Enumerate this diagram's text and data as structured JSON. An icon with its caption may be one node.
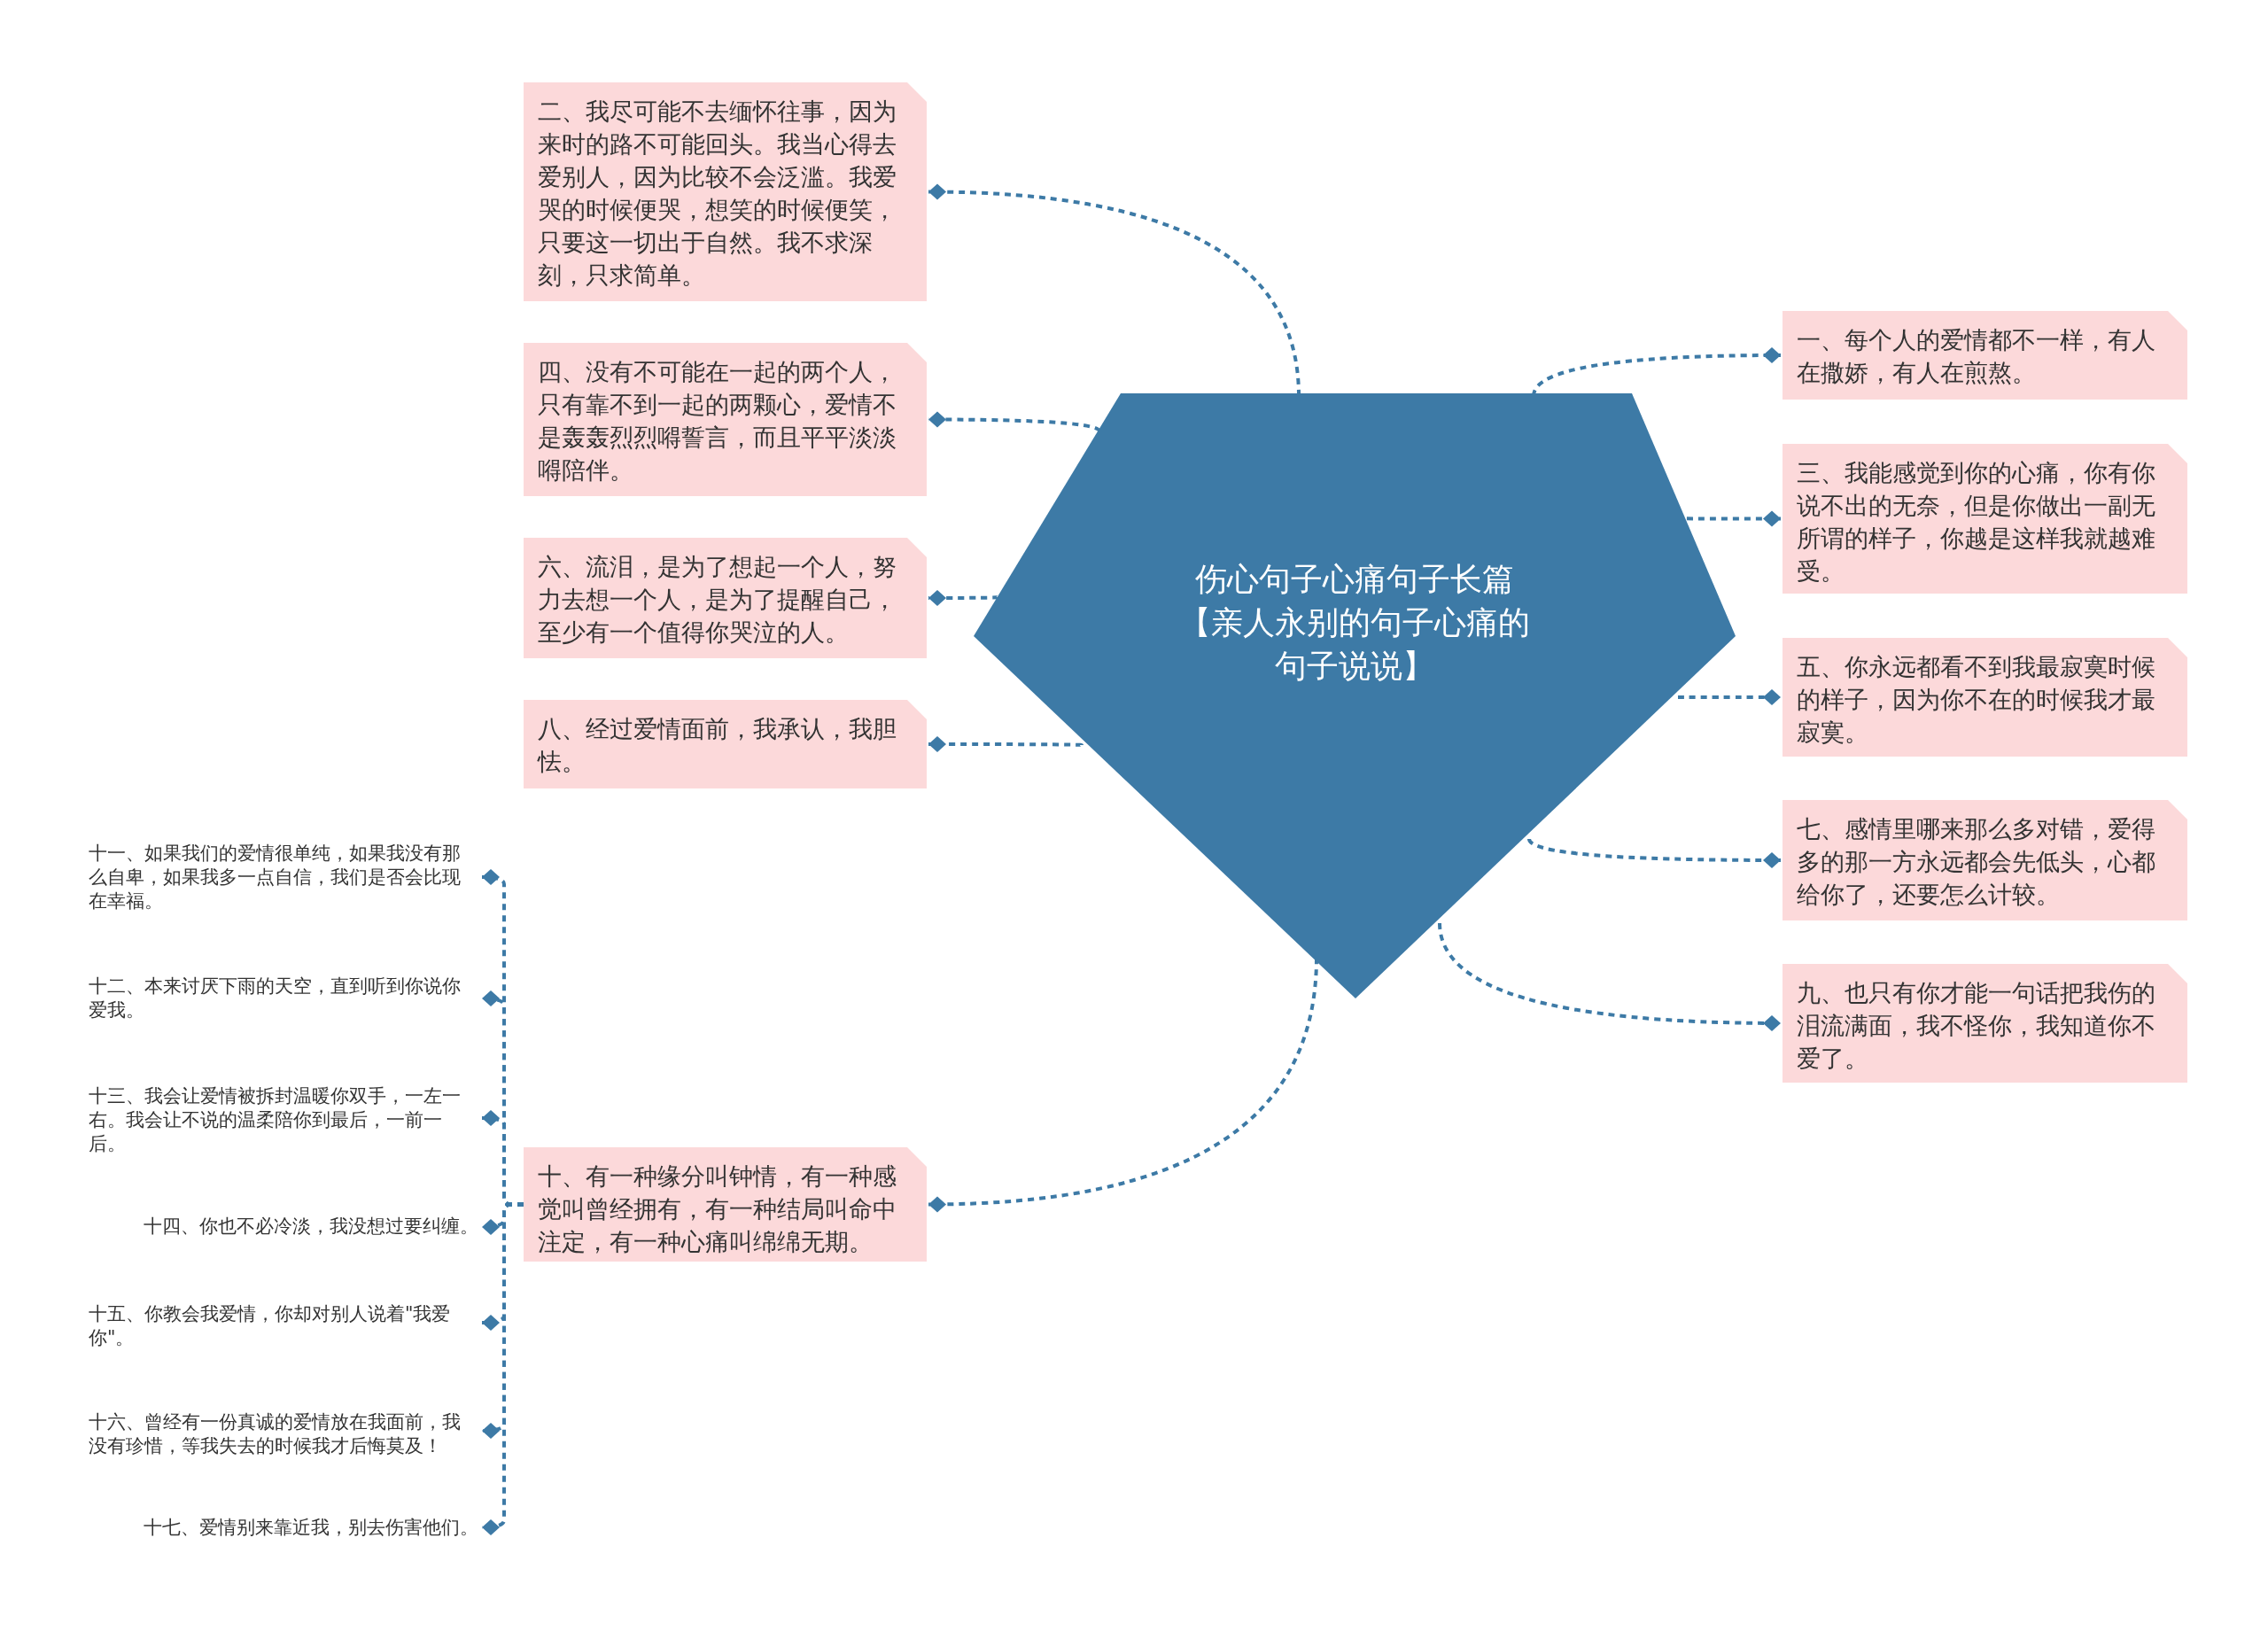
{
  "diagram": {
    "nodes": [
      {
        "text": [
          "伤心句子心痛句子长篇【亲人永别的句子心痛的句子说说】"
        ]
      },
      {
        "text": [
          "二、我尽可能不去缅怀往事，因为来时的路不可能回头。我当心得去爱别人，因为比较不会泛滥。我爱哭的时候便哭，想笑的时候便笑，只要这一切出于自然。我不求深刻，只求简单。"
        ]
      },
      {
        "text": [
          "四、没有不可能在一起的两个人，只有靠不到一起的两颗心，爱情不是轰轰烈烈嘚誓言，而且平平淡淡嘚陪伴。"
        ]
      },
      {
        "text": [
          "六、流泪，是为了想起一个人，努力去想一个人，是为了提醒自己，至少有一个值得你哭泣的人。"
        ]
      },
      {
        "text": [
          "八、经过爱情面前，我承认，我胆怯。"
        ]
      },
      {
        "text": [
          "十、有一种缘分叫钟情，有一种感觉叫曾经拥有，有一种结局叫命中注定，有一种心痛叫绵绵无期。"
        ]
      },
      {
        "text": [
          "一、每个人的爱情都不一样，有人在撒娇，有人在煎熬。"
        ]
      },
      {
        "text": [
          "三、我能感觉到你的心痛，你有你说不出的无奈，但是你做出一副无所谓的样子，你越是这样我就越难受。"
        ]
      },
      {
        "text": [
          "五、你永远都看不到我最寂寞时候的样子，因为你不在的时候我才最寂寞。"
        ]
      },
      {
        "text": [
          "七、感情里哪来那么多对错，爱得多的那一方永远都会先低头，心都给你了，还要怎么计较。"
        ]
      },
      {
        "text": [
          "九、也只有你才能一句话把我伤的泪流满面，我不怪你，我知道你不爱了。"
        ]
      },
      {
        "text": [
          "十一、如果我们的爱情很单纯，如果我没有那么自卑，如果我多一点自信，我们是否会比现在幸福。"
        ]
      },
      {
        "text": [
          "十二、本来讨厌下雨的天空，直到听到你说你爱我。"
        ]
      },
      {
        "text": [
          "十三、我会让爱情被拆封温暖你双手，一左一右。我会让不说的温柔陪你到最后，一前一后。"
        ]
      },
      {
        "text": [
          "十四、你也不必冷淡，我没想过要纠缠。"
        ]
      },
      {
        "text": [
          "十五、你教会我爱情，你却对别人说着\"我爱你\"。"
        ]
      },
      {
        "text": [
          "十六、曾经有一份真诚的爱情放在我面前，我没有珍惜，等我失去的时候我才后悔莫及！"
        ]
      },
      {
        "text": [
          "十七、爱情别来靠近我，别去伤害他们。"
        ]
      }
    ],
    "edges": [
      {
        "from": 0,
        "to": 1,
        "arrow": "other",
        "style": "dashed"
      },
      {
        "from": 0,
        "to": 2,
        "arrow": "other",
        "style": "dashed"
      },
      {
        "from": 0,
        "to": 3,
        "arrow": "other",
        "style": "dashed"
      },
      {
        "from": 0,
        "to": 4,
        "arrow": "other",
        "style": "dashed"
      },
      {
        "from": 0,
        "to": 5,
        "arrow": "other",
        "style": "dashed"
      },
      {
        "from": 0,
        "to": 6,
        "arrow": "other",
        "style": "dashed"
      },
      {
        "from": 0,
        "to": 7,
        "arrow": "other",
        "style": "dashed"
      },
      {
        "from": 0,
        "to": 8,
        "arrow": "other",
        "style": "dashed"
      },
      {
        "from": 0,
        "to": 9,
        "arrow": "other",
        "style": "dashed"
      },
      {
        "from": 0,
        "to": 10,
        "arrow": "other",
        "style": "dashed"
      },
      {
        "from": 5,
        "to": 11,
        "arrow": "other",
        "style": "dashed"
      },
      {
        "from": 5,
        "to": 12,
        "arrow": "other",
        "style": "dashed"
      },
      {
        "from": 5,
        "to": 13,
        "arrow": "other",
        "style": "dashed"
      },
      {
        "from": 5,
        "to": 14,
        "arrow": "other",
        "style": "dashed"
      },
      {
        "from": 5,
        "to": 15,
        "arrow": "other",
        "style": "dashed"
      },
      {
        "from": 5,
        "to": 16,
        "arrow": "other",
        "style": "dashed"
      },
      {
        "from": 5,
        "to": 17,
        "arrow": "other",
        "style": "dashed"
      }
    ]
  }
}
